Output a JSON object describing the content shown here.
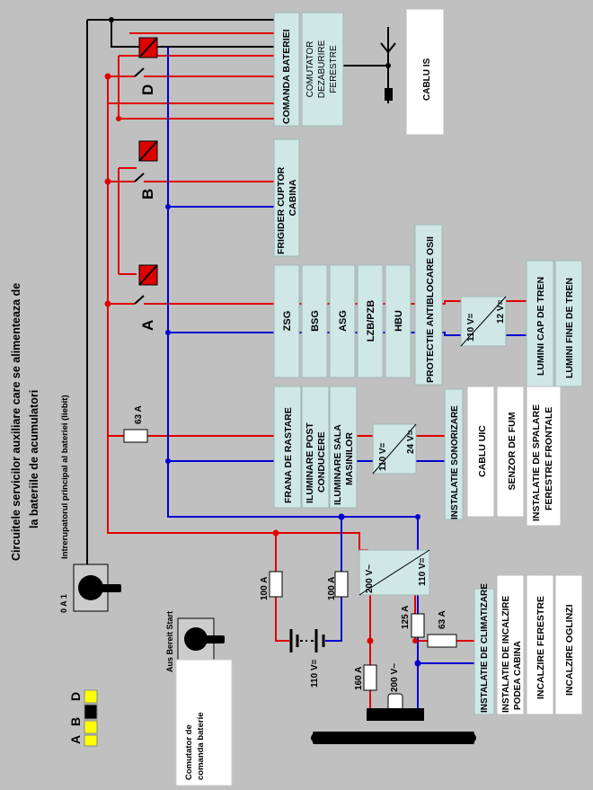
{
  "title": {
    "line1": "Circuitele servicilor auxiliare care se alimenteaza de",
    "line2": "la bateriile de acumulatori"
  },
  "main_switch": {
    "caption": "Intrerupatorul principal al bateriei (liebit)",
    "positions": "0  A  1"
  },
  "command_switch": {
    "positions": "Aus  Bereit  Start",
    "caption_line1": "Comutator de",
    "caption_line2": "comanda baterie"
  },
  "contactors": {
    "a": "A",
    "b": "B",
    "d": "D"
  },
  "legend": {
    "a": "A",
    "b": "B",
    "d": "D"
  },
  "boxes": {
    "comanda_baterie": "COMANDA BATERIEI",
    "comutator_l1": "COMUTATOR",
    "comutator_l2": "DEZABURIRE",
    "comutator_l3": "FERESTRE",
    "cablu_is": "CABLU IS",
    "frigider_l1": "FRIGIDER CUPTOR",
    "frigider_l2": "CABINA",
    "zsg": "ZSG",
    "bsg": "BSG",
    "asg": "ASG",
    "lzb": "LZB/PZB",
    "hbu": "HBU",
    "protectie": "PROTECTIE ANTIBLOCARE OSII",
    "conv_in": "110 V=",
    "conv_out": "12 V=",
    "lumini_cap": "LUMINI CAP DE TREN",
    "lumini_fine": "LUMINI FINE DE TREN",
    "frana": "FRANA DE RASTARE",
    "iluminare_post_l1": "ILUMINARE POST",
    "iluminare_post_l2": "CONDUCERE",
    "iluminare_sala_l1": "ILUMINARE SALA",
    "iluminare_sala_l2": "MASINILOR",
    "conv2_in": "110 V=",
    "conv2_out": "24 V=",
    "sonorizare": "INSTALATIE SONORIZARE",
    "cablu_uic": "CABLU UIC",
    "senzor": "SENZOR DE FUM",
    "spalare_l1": "INSTALATIE DE SPALARE",
    "spalare_l2": "FERESTRE FRONTALE",
    "conv3_in": "200 V~",
    "conv3_out": "110 V=",
    "climatizare": "INSTALATIE DE CLIMATIZARE",
    "incalzire_podea_l1": "INSTALATIE DE INCALZIRE",
    "incalzire_podea_l2": "PODEA CABINA",
    "incalzire_ferestre": "INCALZIRE FERESTRE",
    "incalzire_oglinzi": "INCALZIRE OGLINZI"
  },
  "fuses": {
    "f63a_top": "63 A",
    "f100a_left": "100 A",
    "f100a_right": "100 A",
    "f125a": "125 A",
    "f63a_bottom": "63 A",
    "f160a": "160 A"
  },
  "sources": {
    "battery": "110 V=",
    "ac_supply": "200 V~"
  },
  "colors": {
    "positive_wire": "#e00000",
    "negative_wire": "#0000d0",
    "box_fill": "#cfe8e6",
    "legend_yellow": "#ffff00"
  }
}
